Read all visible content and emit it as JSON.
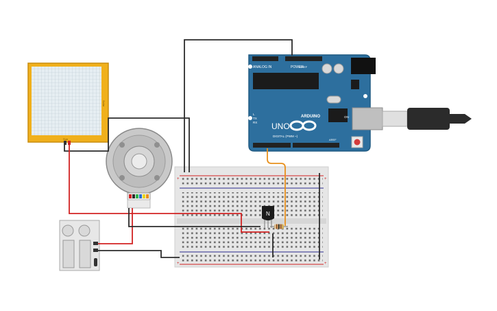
{
  "arduino": {
    "brand": "ARDUINO",
    "model": "UNO",
    "label_power": "POWER",
    "label_analog": "ANALOG IN",
    "label_digital": "DIGITAL (PWM ~)",
    "label_tx": "TX",
    "label_rx": "RX",
    "label_l": "L",
    "label_on": "ON",
    "label_ioref": "IOREF",
    "label_aref": "AREF",
    "board_color": "#2d6f9e"
  },
  "transistor": {
    "label": "N"
  },
  "solar_panel": {
    "label_top": "Solar",
    "label_bottom": "Sun"
  },
  "breadboard": {
    "label_plus": "+",
    "label_minus": "-"
  },
  "wire_colors": {
    "black": "#2b2b2b",
    "red": "#d22222",
    "orange": "#e8901c"
  }
}
